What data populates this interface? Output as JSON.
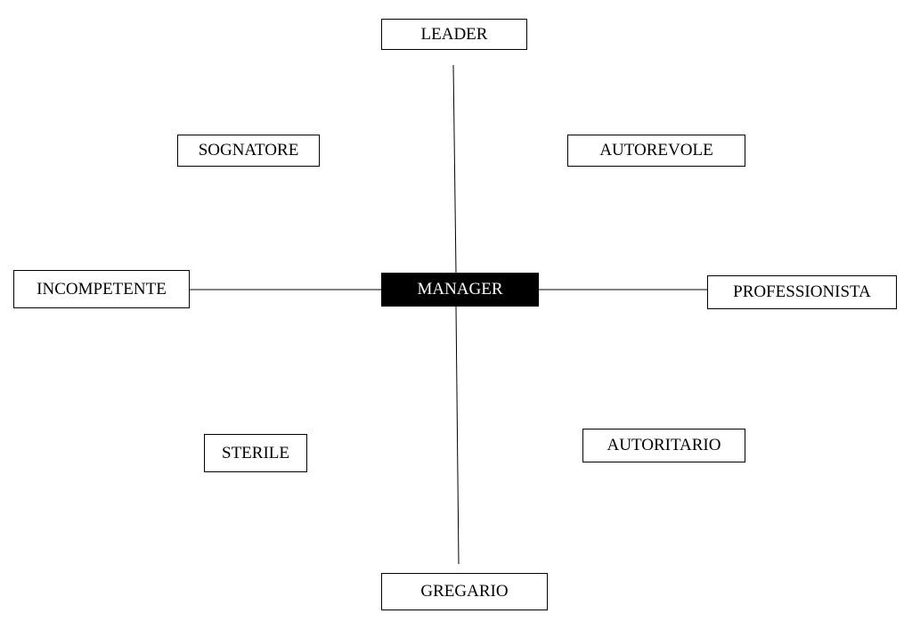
{
  "diagram": {
    "center": {
      "label": "MANAGER"
    },
    "axes": {
      "top": "LEADER",
      "bottom": "GREGARIO",
      "left": "INCOMPETENTE",
      "right": "PROFESSIONISTA"
    },
    "quadrants": {
      "top_left": "SOGNATORE",
      "top_right": "AUTOREVOLE",
      "bottom_left": "STERILE",
      "bottom_right": "AUTORITARIO"
    },
    "colors": {
      "line": "#000000",
      "box_border": "#000000",
      "center_fill": "#000000",
      "center_text": "#ffffff"
    }
  }
}
